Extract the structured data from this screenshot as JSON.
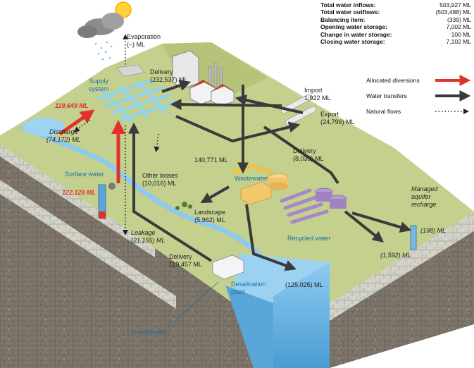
{
  "summary": [
    {
      "label": "Total water inflows:",
      "value": "503,927 ML"
    },
    {
      "label": "Total water outflows:",
      "value": "(503,488) ML"
    },
    {
      "label": "Balancing item:",
      "value": "(339) ML"
    },
    {
      "label": "Opening water storage:",
      "value": "7,002 ML"
    },
    {
      "label": "Change in water storage:",
      "value": "100 ML"
    },
    {
      "label": "Closing water storage:",
      "value": "7,102 ML"
    }
  ],
  "legend": [
    {
      "label": "Allocated diversions",
      "color": "#e0312b",
      "icon": "red-arrow-icon"
    },
    {
      "label": "Water transfers",
      "color": "#3a3a3a",
      "icon": "dark-arrow-icon"
    },
    {
      "label": "Natural flows",
      "color": "#222222",
      "icon": "dotted-arrow-icon"
    }
  ],
  "labels": {
    "evaporation": {
      "name": "Evaporation",
      "value": "(–) ML"
    },
    "supply_system": "Supply\nsystem",
    "delivery_urban": {
      "name": "Delivery",
      "value": "(232,537) ML"
    },
    "import": {
      "name": "Import",
      "value": "1,922 ML"
    },
    "export": {
      "name": "Export",
      "value": "(24,796) ML"
    },
    "surface_diversion": "119,649 ML",
    "discharge": {
      "name": "Discharge",
      "value": "(74,172) ML"
    },
    "surface_water": "Surface water",
    "groundwater_diversion": "122,128 ML",
    "other_losses": {
      "name": "Other losses",
      "value": "(10,016) ML"
    },
    "transfer_wastewater": "140,771 ML",
    "wastewater": "Wastewater",
    "delivery_recycled": {
      "name": "Delivery",
      "value": "(8,035) ML"
    },
    "landscape": {
      "name": "Landscape",
      "value": "(5,962) ML"
    },
    "managed_aquifer": "Managed\naquifer\nrecharge",
    "aquifer_value": "(198) ML",
    "recycled_water": "Recycled water",
    "recycled_outflow": "(1,592) ML",
    "leakage": {
      "name": "Leakage",
      "value": "(21,155) ML"
    },
    "delivery_desal": {
      "name": "Delivery",
      "value": "119,457 ML"
    },
    "desalination": "Desalination\nplant",
    "ocean_outflow": "(125,025) ML",
    "groundwater": "Groundwater"
  },
  "colors": {
    "land": "#c4d08e",
    "land_dark": "#a9bb6d",
    "soil": "#c9c2b4",
    "rock": "#8b8377",
    "ocean": "#6fb3df",
    "allocated": "#e0312b",
    "transfer": "#3a3a3a"
  }
}
